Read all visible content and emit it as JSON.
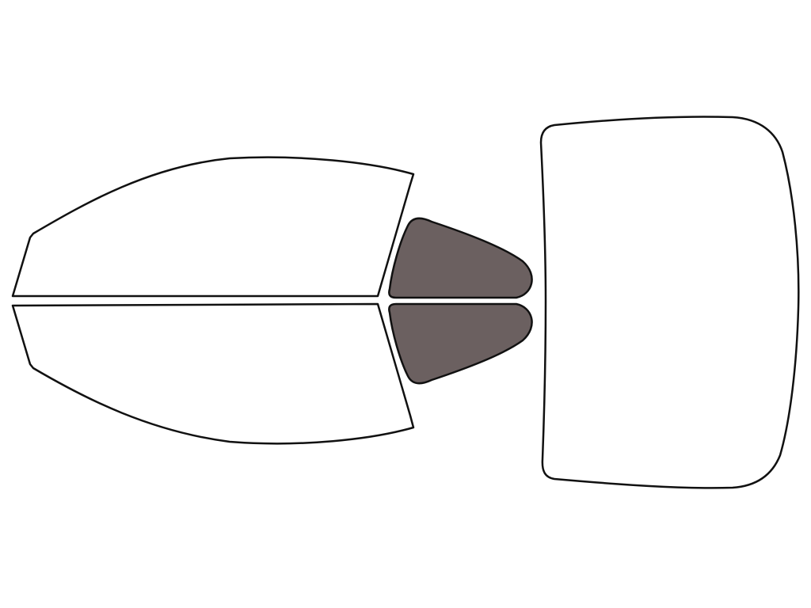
{
  "diagram": {
    "background_color": "#ffffff",
    "outline_color": "#111111",
    "panels": [
      {
        "id": "front-door-window-top",
        "shaded": false,
        "fill": "#ffffff"
      },
      {
        "id": "front-door-window-bottom",
        "shaded": false,
        "fill": "#ffffff"
      },
      {
        "id": "rear-quarter-window-top",
        "shaded": true,
        "fill": "#6b6060"
      },
      {
        "id": "rear-quarter-window-bottom",
        "shaded": true,
        "fill": "#6b6060"
      },
      {
        "id": "rear-windshield",
        "shaded": false,
        "fill": "#ffffff"
      }
    ]
  }
}
